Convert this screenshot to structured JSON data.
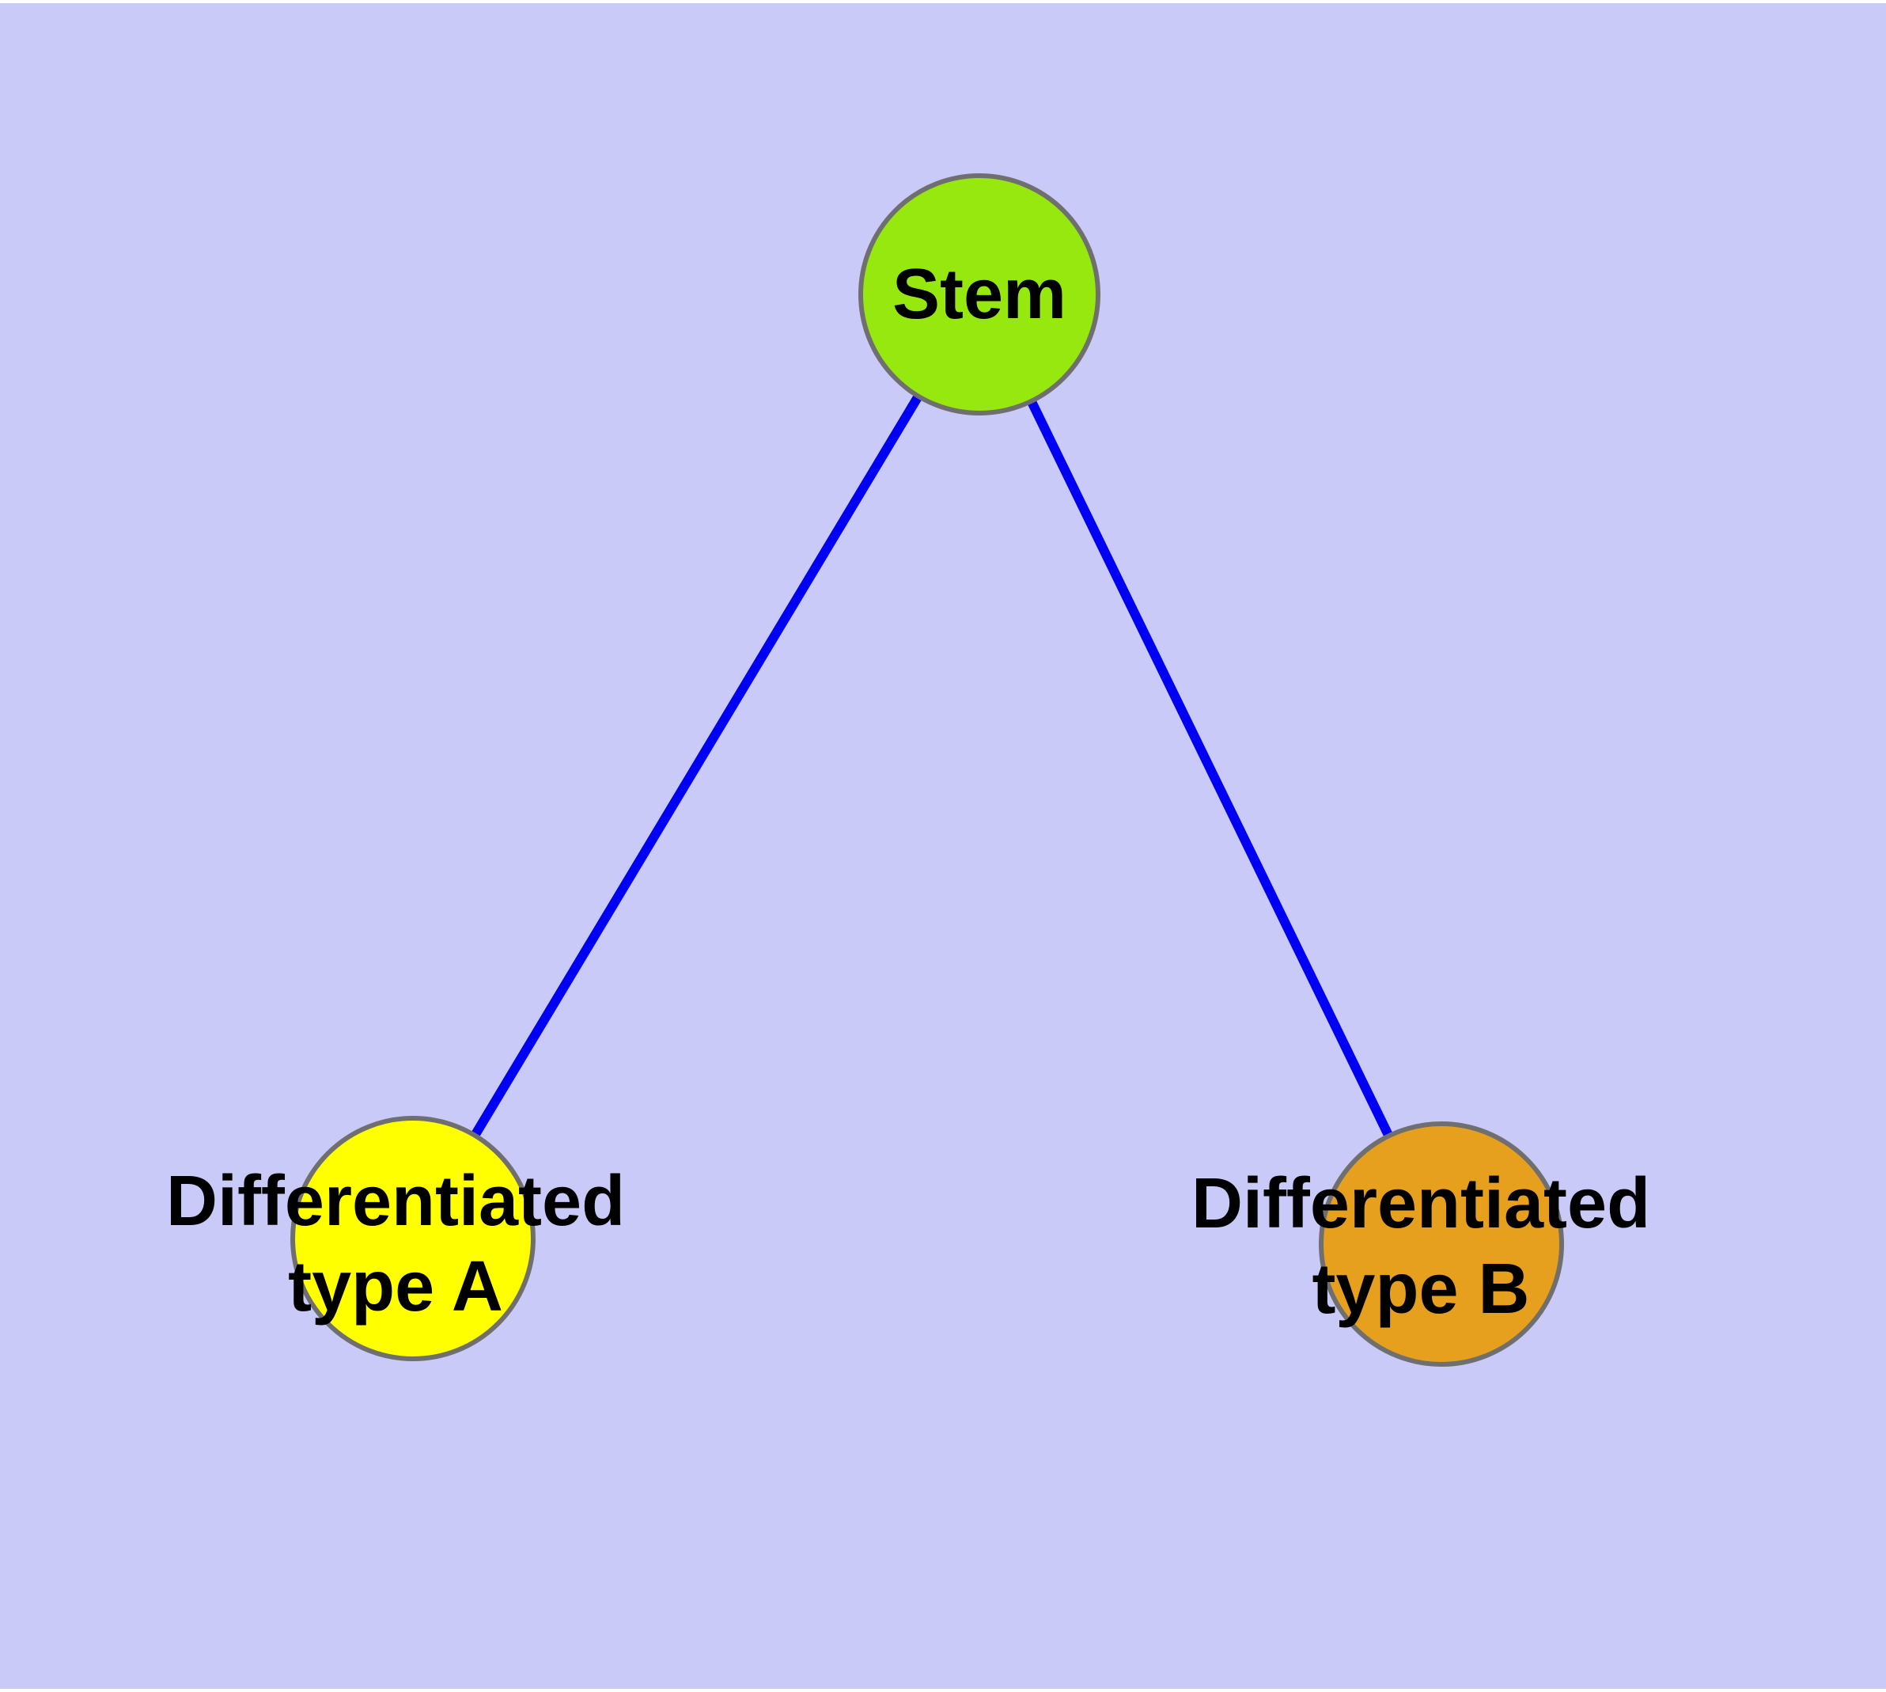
{
  "diagram": {
    "background_color": "#CACAF9",
    "frame_color": "#FFFFFF",
    "text_color": "#000000",
    "node_border_color": "#6F6F6F",
    "edge_color": "#0000F2",
    "nodes": {
      "stem": {
        "label": "Stem",
        "color": "#96E80F"
      },
      "type_a": {
        "label_line1": "Differentiated",
        "label_line2": "type A",
        "color": "#FFFF00"
      },
      "type_b": {
        "label_line1": "Differentiated",
        "label_line2": "type B",
        "color": "#E6A01E"
      }
    },
    "edges": [
      {
        "from": "Stem",
        "to": "Differentiated type A"
      },
      {
        "from": "Stem",
        "to": "Differentiated type B"
      }
    ]
  }
}
